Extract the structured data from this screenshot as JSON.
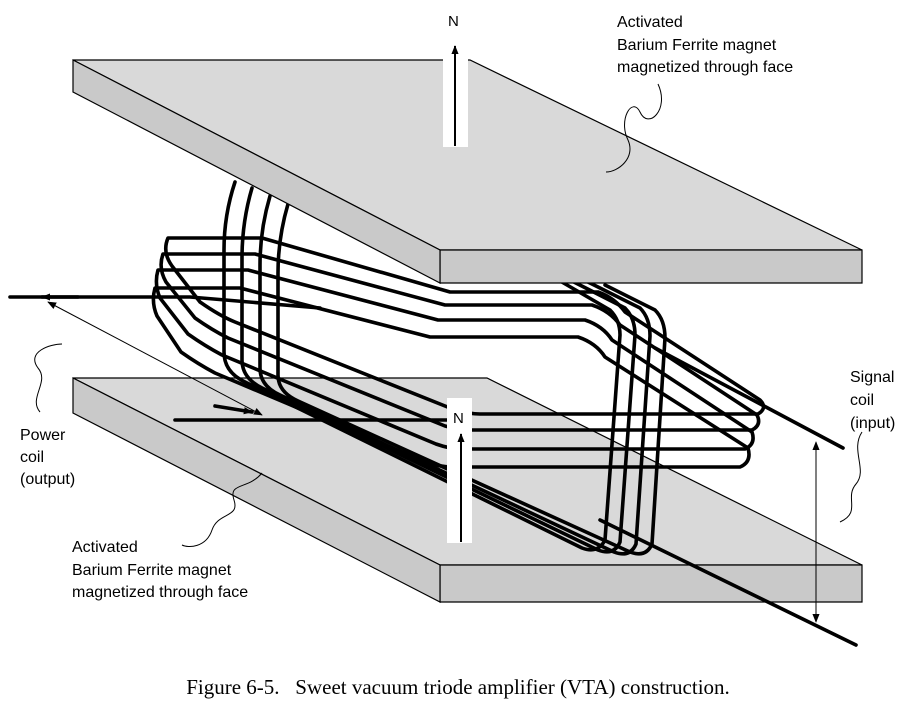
{
  "figure": {
    "caption": "Figure 6-5.   Sweet vacuum triode amplifier (VTA) construction."
  },
  "top_magnet": {
    "pole_label": "N",
    "label_lines": [
      "Activated",
      "Barium Ferrite magnet",
      "magnetized through face"
    ]
  },
  "bottom_magnet": {
    "pole_label": "N",
    "label_lines": [
      "Activated",
      "Barium Ferrite magnet",
      "magnetized through face"
    ]
  },
  "power_coil": {
    "label_lines": [
      "Power",
      "coil",
      "(output)"
    ]
  },
  "signal_coil": {
    "label_lines": [
      "Signal",
      "coil",
      "(input)"
    ]
  }
}
